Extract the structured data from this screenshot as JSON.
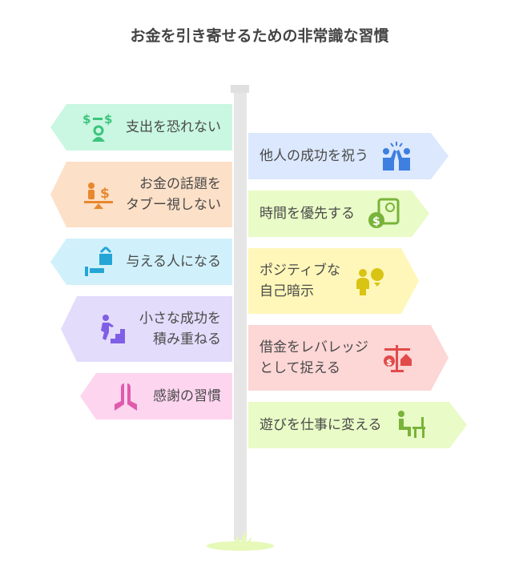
{
  "title": "お金を引き寄せるための非常識な習慣",
  "left_signs": [
    {
      "lines": [
        "支出を恐れない"
      ],
      "icon": "spending-person-icon",
      "bg": "#c9f7e1",
      "color": "#3cc47c"
    },
    {
      "lines": [
        "お金の話題を",
        "タブー視しない"
      ],
      "icon": "balance-person-money-icon",
      "bg": "#fde0c8",
      "color": "#e8872e"
    },
    {
      "lines": [
        "与える人になる"
      ],
      "icon": "gift-hand-icon",
      "bg": "#d0f1fb",
      "color": "#25a5d6"
    },
    {
      "lines": [
        "小さな成功を",
        "積み重ねる"
      ],
      "icon": "climbing-stairs-icon",
      "bg": "#e4dcfb",
      "color": "#7f5fe6"
    },
    {
      "lines": [
        "感謝の習慣"
      ],
      "icon": "praying-hands-icon",
      "bg": "#fdd5ef",
      "color": "#e05aad"
    }
  ],
  "right_signs": [
    {
      "lines": [
        "他人の成功を祝う"
      ],
      "icon": "high-five-icon",
      "bg": "#dbe8fd",
      "color": "#3e7fe0"
    },
    {
      "lines": [
        "時間を優先する"
      ],
      "icon": "time-money-icon",
      "bg": "#e9fbc6",
      "color": "#79b33a"
    },
    {
      "lines": [
        "ポジティブな",
        "自己暗示"
      ],
      "icon": "person-lightbulb-icon",
      "bg": "#fef7b9",
      "color": "#d9c414"
    },
    {
      "lines": [
        "借金をレバレッジ",
        "として捉える"
      ],
      "icon": "scale-money-house-icon",
      "bg": "#fdd6d6",
      "color": "#e24b4b"
    },
    {
      "lines": [
        "遊びを仕事に変える"
      ],
      "icon": "person-desk-icon",
      "bg": "#e9fbc6",
      "color": "#79b33a"
    }
  ]
}
